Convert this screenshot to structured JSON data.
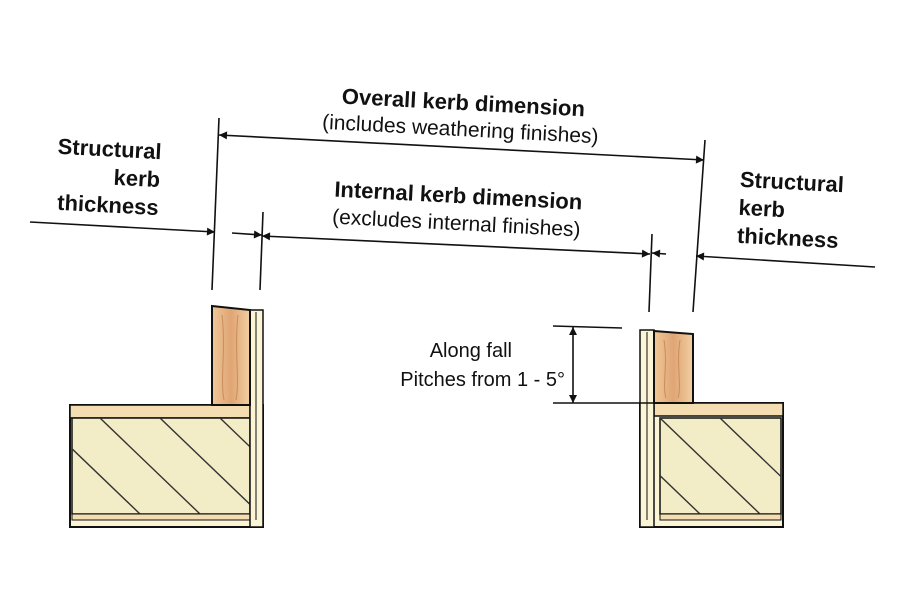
{
  "labels": {
    "overall_title": "Overall kerb dimension",
    "overall_sub": "(includes weathering finishes)",
    "internal_title": "Internal kerb dimension",
    "internal_sub": "(excludes internal finishes)",
    "structural_left": [
      "Structural",
      "kerb",
      "thickness"
    ],
    "structural_right": [
      "Structural",
      "kerb",
      "thickness"
    ],
    "fall_line1": "Along fall",
    "fall_line2": "Pitches from 1 - 5°"
  },
  "colors": {
    "line": "#111111",
    "kerb_timber": "#e9b98a",
    "kerb_grain": "#c98d5a",
    "deck": "#f4ddb0",
    "insulation": "#f3edc7",
    "hatch": "#333333",
    "finish": "#fbf5d6"
  }
}
